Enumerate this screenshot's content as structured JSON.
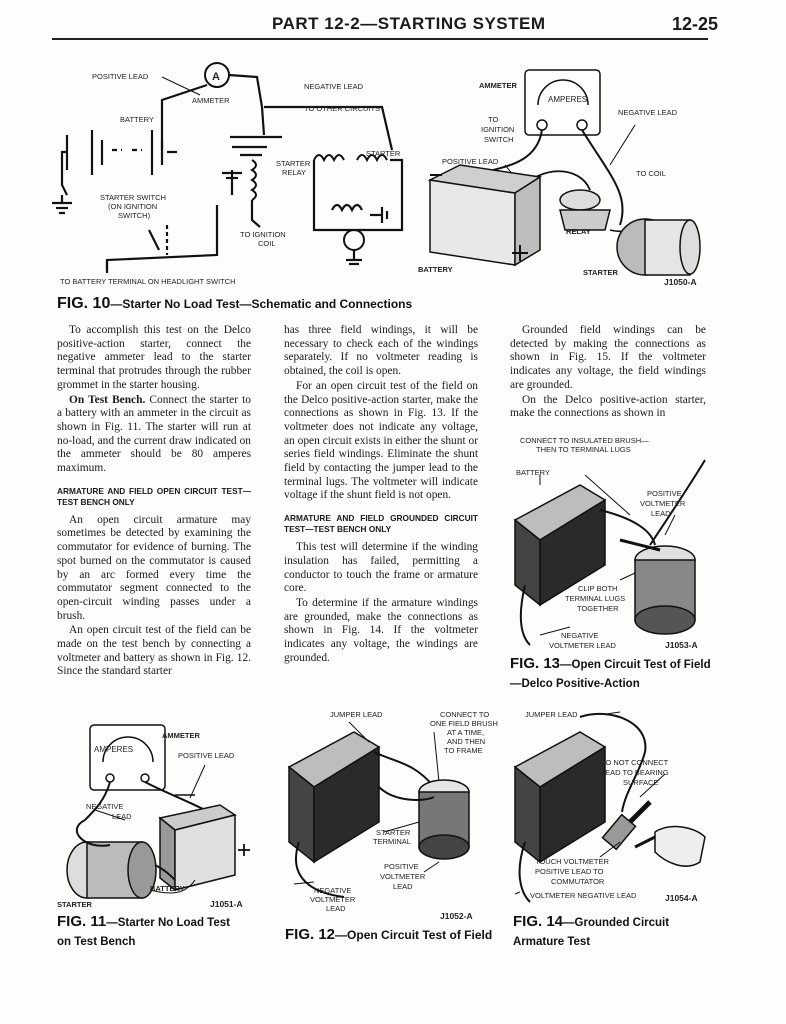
{
  "header": {
    "title": "PART 12-2—STARTING SYSTEM",
    "page_number": "12-25"
  },
  "fig10": {
    "caption_num": "FIG. 10",
    "caption_text": "—Starter No Load Test—Schematic and Connections",
    "code": "J1050-A",
    "labels": {
      "positive_lead": "POSITIVE LEAD",
      "ammeter_letter": "A",
      "ammeter": "AMMETER",
      "negative_lead": "NEGATIVE LEAD",
      "other_circuits": "TO OTHER CIRCUITS",
      "battery": "BATTERY",
      "starter": "STARTER",
      "starter_relay_1": "STARTER",
      "starter_relay_2": "RELAY",
      "starter_switch_1": "STARTER SWITCH",
      "starter_switch_2": "(ON IGNITION",
      "starter_switch_3": "SWITCH)",
      "ignition_coil_1": "TO IGNITION",
      "ignition_coil_2": "COIL",
      "headlight": "TO BATTERY TERMINAL ON HEADLIGHT SWITCH",
      "pictorial_ammeter": "AMMETER",
      "amperes": "AMPERES",
      "to_ignition_1": "TO",
      "to_ignition_2": "IGNITION",
      "to_ignition_3": "SWITCH",
      "pictorial_negative": "NEGATIVE LEAD",
      "pictorial_positive": "POSITIVE LEAD",
      "to_coil": "TO COIL",
      "relay": "RELAY",
      "pictorial_battery": "BATTERY",
      "pictorial_starter": "STARTER"
    }
  },
  "column1": {
    "p1": "To accomplish this test on the Delco positive-action starter, connect the negative ammeter lead to the starter terminal that protrudes through the rubber grommet in the starter housing.",
    "p2_head": "On Test Bench.",
    "p2": " Connect the starter to a battery with an ammeter in the circuit as shown in Fig. 11. The starter will run at no-load, and the current draw indicated on the ammeter should be 80 amperes maximum.",
    "sub1": "ARMATURE AND FIELD OPEN CIRCUIT TEST—TEST BENCH ONLY",
    "p3": "An open circuit armature may sometimes be detected by examining the commutator for evidence of burning. The spot burned on the commutator is caused by an arc formed every time the commutator segment connected to the open-circuit winding passes under a brush.",
    "p4": "An open circuit test of the field can be made on the test bench by connecting a voltmeter and battery as shown in Fig. 12. Since the standard starter"
  },
  "column2": {
    "p1": "has three field windings, it will be necessary to check each of the windings separately. If no voltmeter reading is obtained, the coil is open.",
    "p2": "For an open circuit test of the field on the Delco positive-action starter, make the connections as shown in Fig. 13. If the voltmeter does not indicate any voltage, an open circuit exists in either the shunt or series field windings. Eliminate the shunt field by contacting the jumper lead to the terminal lugs. The voltmeter will indicate voltage if the shunt field is not open.",
    "sub1": "ARMATURE AND FIELD GROUNDED CIRCUIT TEST—TEST BENCH ONLY",
    "p3": "This test will determine if the winding insulation has failed, permitting a conductor to touch the frame or armature core.",
    "p4": "To determine if the armature windings are grounded, make the connections as shown in Fig. 14. If the voltmeter indicates any voltage, the windings are grounded."
  },
  "column3": {
    "p1": "Grounded field windings can be detected by making the connections as shown in Fig. 15. If the voltmeter indicates any voltage, the field windings are grounded.",
    "p2": "On the Delco positive-action starter, make the connections as shown in"
  },
  "fig11": {
    "caption_num": "FIG. 11",
    "caption_text_1": "—Starter No Load Test",
    "caption_text_2": "on Test Bench",
    "code": "J1051-A",
    "labels": {
      "ammeter": "AMMETER",
      "amperes": "AMPERES",
      "positive_lead": "POSITIVE LEAD",
      "negative_lead_1": "NEGATIVE",
      "negative_lead_2": "LEAD",
      "battery": "BATTERY",
      "starter": "STARTER"
    }
  },
  "fig12": {
    "caption_num": "FIG. 12",
    "caption_text": "—Open Circuit Test of Field",
    "code": "J1052-A",
    "labels": {
      "jumper_lead": "JUMPER LEAD",
      "connect_1": "CONNECT TO",
      "connect_2": "ONE FIELD BRUSH",
      "connect_3": "AT A TIME,",
      "connect_4": "AND THEN",
      "connect_5": "TO FRAME",
      "starter_terminal_1": "STARTER",
      "starter_terminal_2": "TERMINAL",
      "positive_1": "POSITIVE",
      "positive_2": "VOLTMETER",
      "positive_3": "LEAD",
      "negative_1": "NEGATIVE",
      "negative_2": "VOLTMETER",
      "negative_3": "LEAD"
    }
  },
  "fig13": {
    "caption_num": "FIG. 13",
    "caption_text_1": "—Open Circuit Test of Field",
    "caption_text_2": "—Delco Positive-Action",
    "code": "J1053-A",
    "labels": {
      "connect_1": "CONNECT TO INSULATED BRUSH—",
      "connect_2": "THEN TO TERMINAL LUGS",
      "battery": "BATTERY",
      "positive_1": "POSITIVE",
      "positive_2": "VOLTMETER",
      "positive_3": "LEAD",
      "clip_1": "CLIP BOTH",
      "clip_2": "TERMINAL LUGS",
      "clip_3": "TOGETHER",
      "negative_1": "NEGATIVE",
      "negative_2": "VOLTMETER LEAD"
    }
  },
  "fig14": {
    "caption_num": "FIG. 14",
    "caption_text_1": "—Grounded Circuit",
    "caption_text_2": "Armature Test",
    "code": "J1054-A",
    "labels": {
      "jumper_lead": "JUMPER LEAD",
      "do_not_1": "DO NOT CONNECT",
      "do_not_2": "LEAD TO BEARING",
      "do_not_3": "SURFACE",
      "touch_1": "TOUCH VOLTMETER",
      "touch_2": "POSITIVE LEAD TO",
      "touch_3": "COMMUTATOR",
      "negative": "VOLTMETER NEGATIVE LEAD"
    }
  }
}
